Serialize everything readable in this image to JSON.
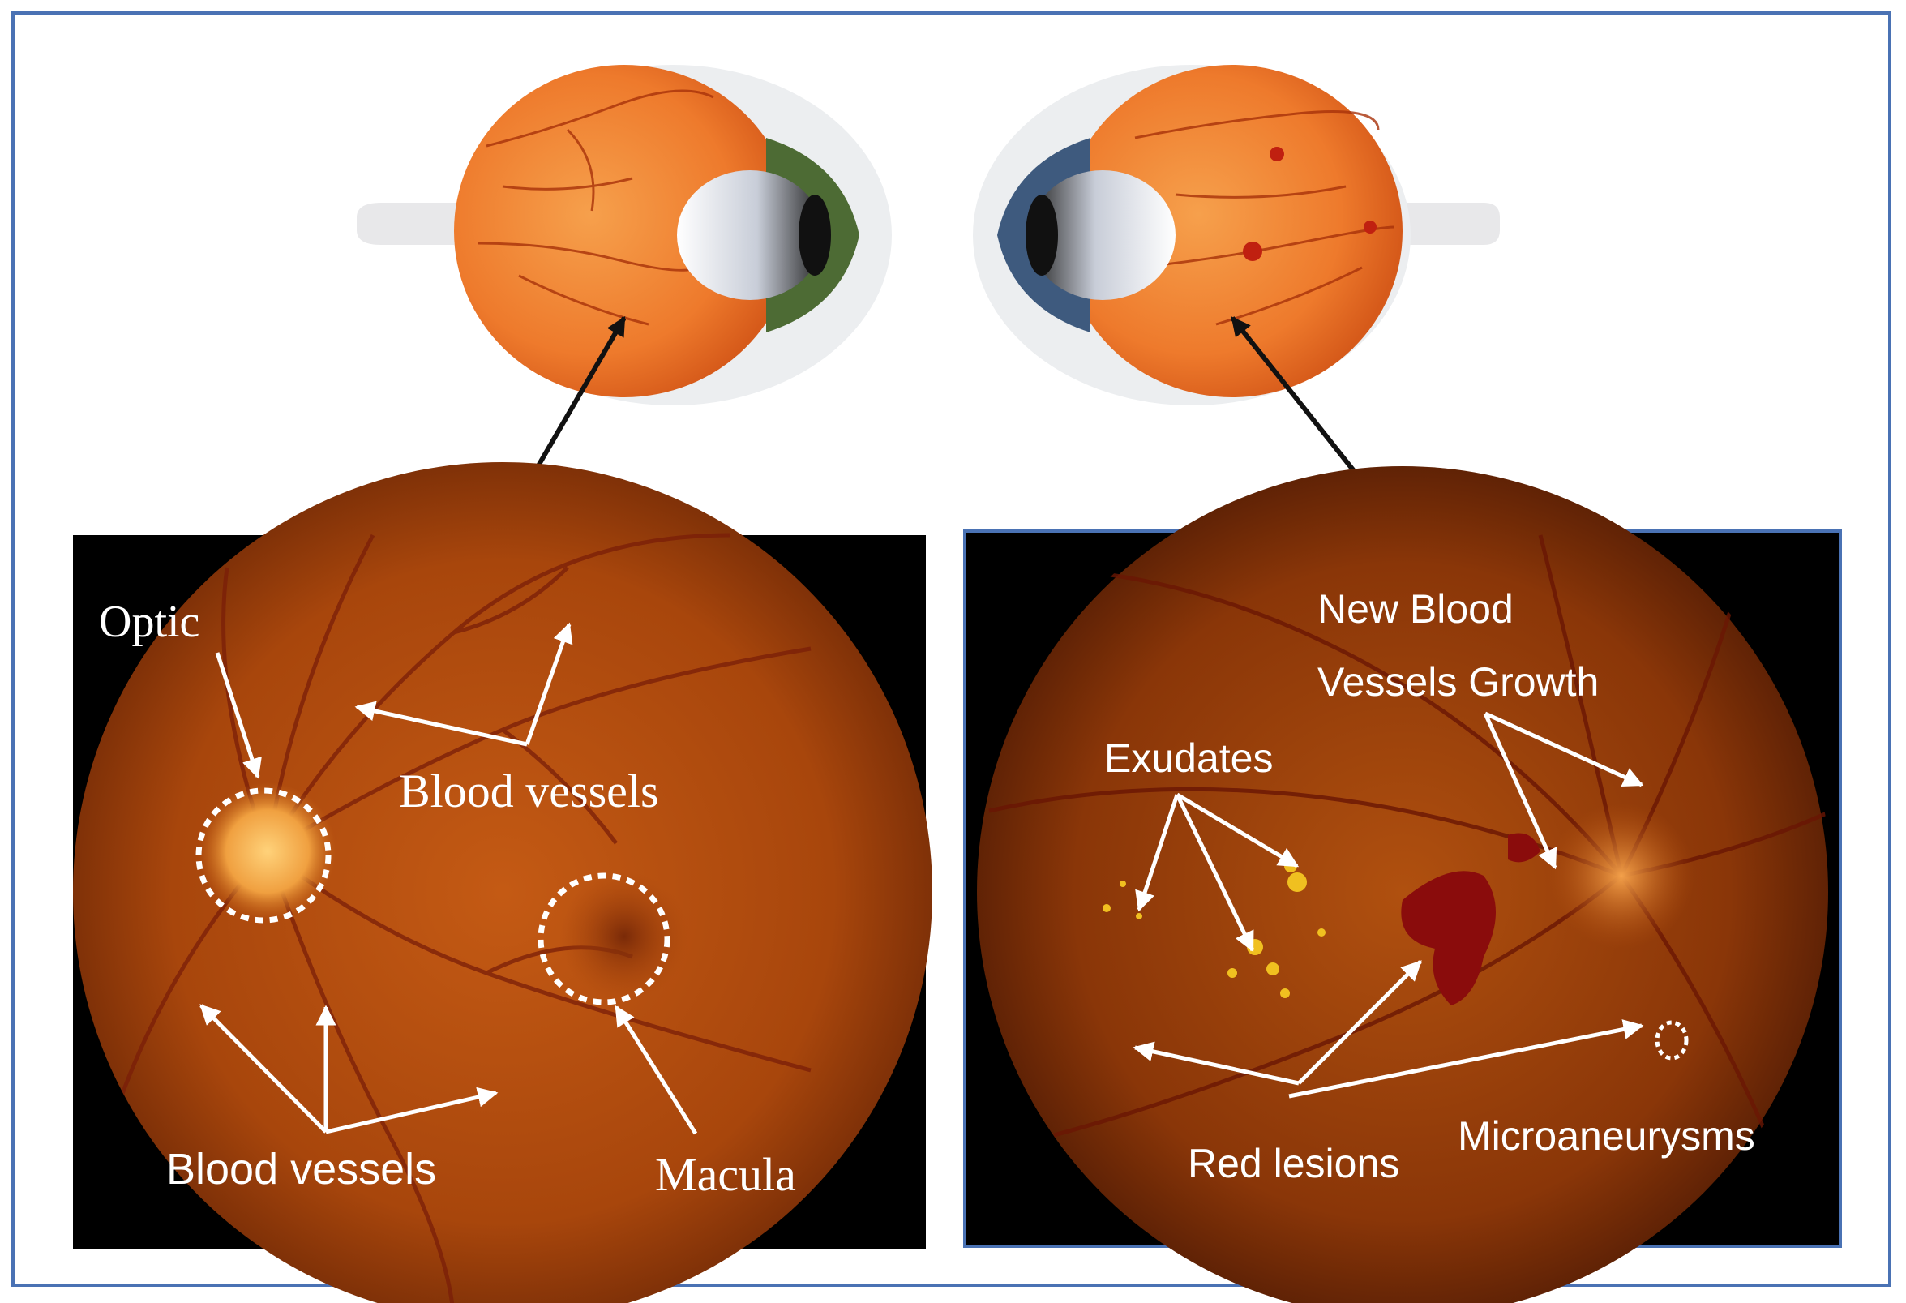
{
  "colors": {
    "frame_border": "#4a72b4",
    "panel_background": "#000000",
    "annotation": "#ffffff",
    "connector": "#111111"
  },
  "left_panel": {
    "labels": {
      "optic": "Optic",
      "blood_vessels_top": "Blood vessels",
      "blood_vessels_bottom": "Blood vessels",
      "macula": "Macula"
    }
  },
  "right_panel": {
    "labels": {
      "new_blood_line1": "New Blood",
      "new_blood_line2": "Vessels Growth",
      "exudates": "Exudates",
      "red_lesions": "Red lesions",
      "microaneurysms": "Microaneurysms"
    }
  },
  "icons": {
    "healthy_eye": "eyeball-cross-section-icon",
    "diseased_eye": "eyeball-cross-section-icon"
  }
}
